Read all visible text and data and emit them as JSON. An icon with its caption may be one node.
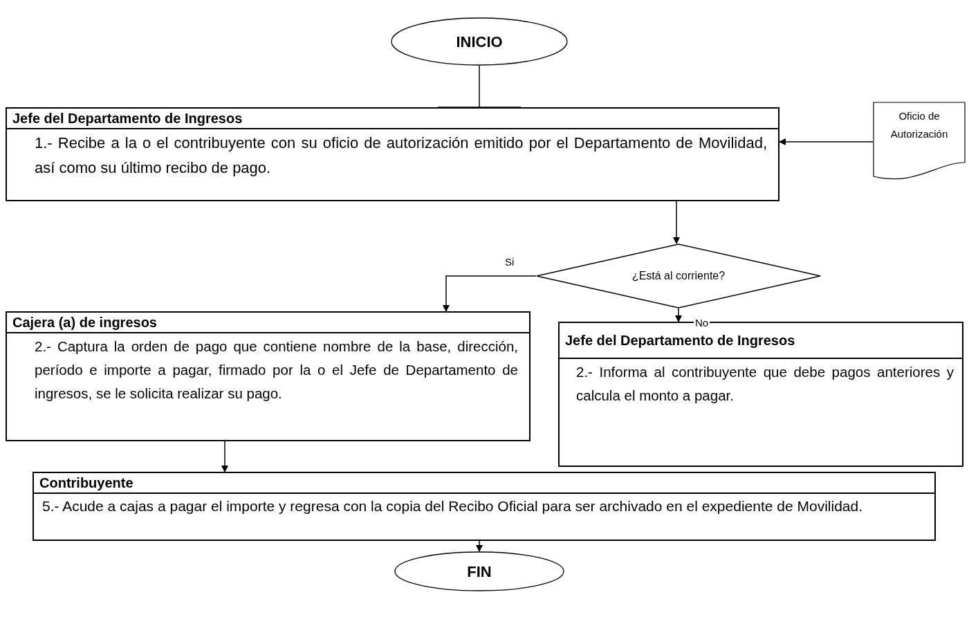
{
  "diagram": {
    "nodes": [
      {
        "text": [
          "INICIO"
        ]
      },
      {
        "text": [
          "Jefe del Departamento de Ingresos",
          "1.- Recibe a la o el contribuyente con su oficio de autorización emitido por el Departamento de Movilidad, así como su último recibo de pago."
        ]
      },
      {
        "text": [
          "Oficio de Autorización"
        ]
      },
      {
        "text": [
          "¿Está al corriente?"
        ]
      },
      {
        "text": [
          "Cajera (a) de ingresos",
          "2.- Captura la orden de pago que contiene nombre de la base, dirección, período e importe a pagar, firmado por la o el Jefe de Departamento de ingresos, se le solicita realizar su pago."
        ]
      },
      {
        "text": [
          "Jefe del Departamento de Ingresos",
          "2.- Informa al contribuyente que debe pagos anteriores y calcula el monto a pagar."
        ]
      },
      {
        "text": [
          "Contribuyente",
          "5.- Acude a cajas a pagar el importe y regresa con la copia del Recibo Oficial para ser archivado en el expediente de Movilidad."
        ]
      },
      {
        "text": [
          "FIN"
        ]
      }
    ],
    "edges": [
      {
        "from": 0,
        "to": 1,
        "arrow": "other"
      },
      {
        "from": 2,
        "to": 1,
        "arrow": "to"
      },
      {
        "from": 1,
        "to": 3,
        "arrow": "to"
      },
      {
        "from": 3,
        "to": 4,
        "arrow": "to",
        "label": "Si"
      },
      {
        "from": 3,
        "to": 5,
        "arrow": "to",
        "label": "No"
      },
      {
        "from": 4,
        "to": 6,
        "arrow": "to"
      },
      {
        "from": 6,
        "to": 7,
        "arrow": "to"
      }
    ]
  }
}
